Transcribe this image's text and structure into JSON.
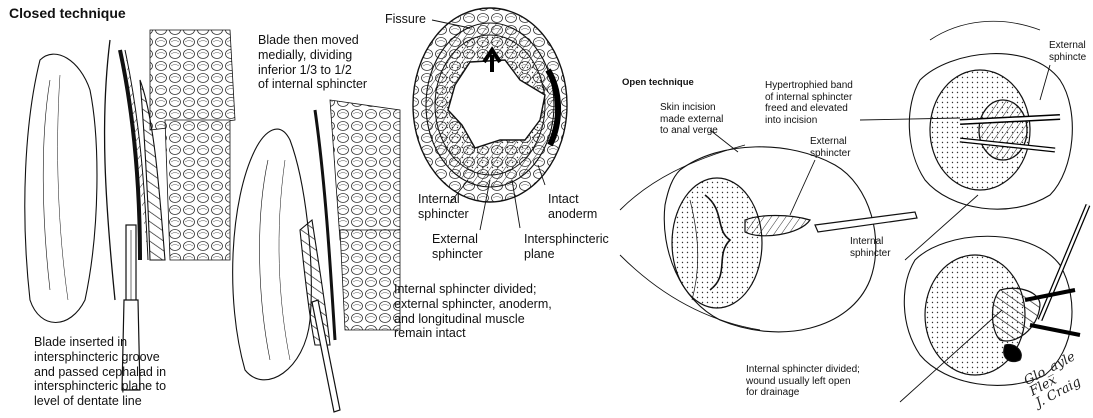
{
  "closed": {
    "title": "Closed technique",
    "blade_moved": "Blade then moved\nmedially, dividing\ninferior 1/3 to 1/2\nof internal sphincter",
    "blade_inserted": "Blade inserted in\nintersphincteric groove\nand passed cephalad in\nintersphincteric plane to\nlevel of dentate line",
    "fissure": "Fissure",
    "internal_sphincter": "Internal\nsphincter",
    "intact_anoderm": "Intact\nanoderm",
    "external_sphincter": "External\nsphincter",
    "intersphincteric_plane": "Intersphincteric\nplane",
    "divided_note": "Internal sphincter divided;\nexternal sphincter, anoderm,\nand longitudinal muscle\nremain intact"
  },
  "open": {
    "title": "Open technique",
    "skin_incision": "Skin incision\nmade external\nto anal verge",
    "hypertrophied_band": "Hypertrophied band\nof internal sphincter\nfreed and elevated\ninto incision",
    "external_sphincter_top": "External\nsphincte",
    "external_sphincter_mid": "External\nsphincter",
    "internal_sphincter": "Internal\nsphincter",
    "divided_note": "Internal sphincter divided;\nwound usually left open\nfor drainage"
  },
  "signature": "Glo_ayle\nFlex\nJ. Craig"
}
